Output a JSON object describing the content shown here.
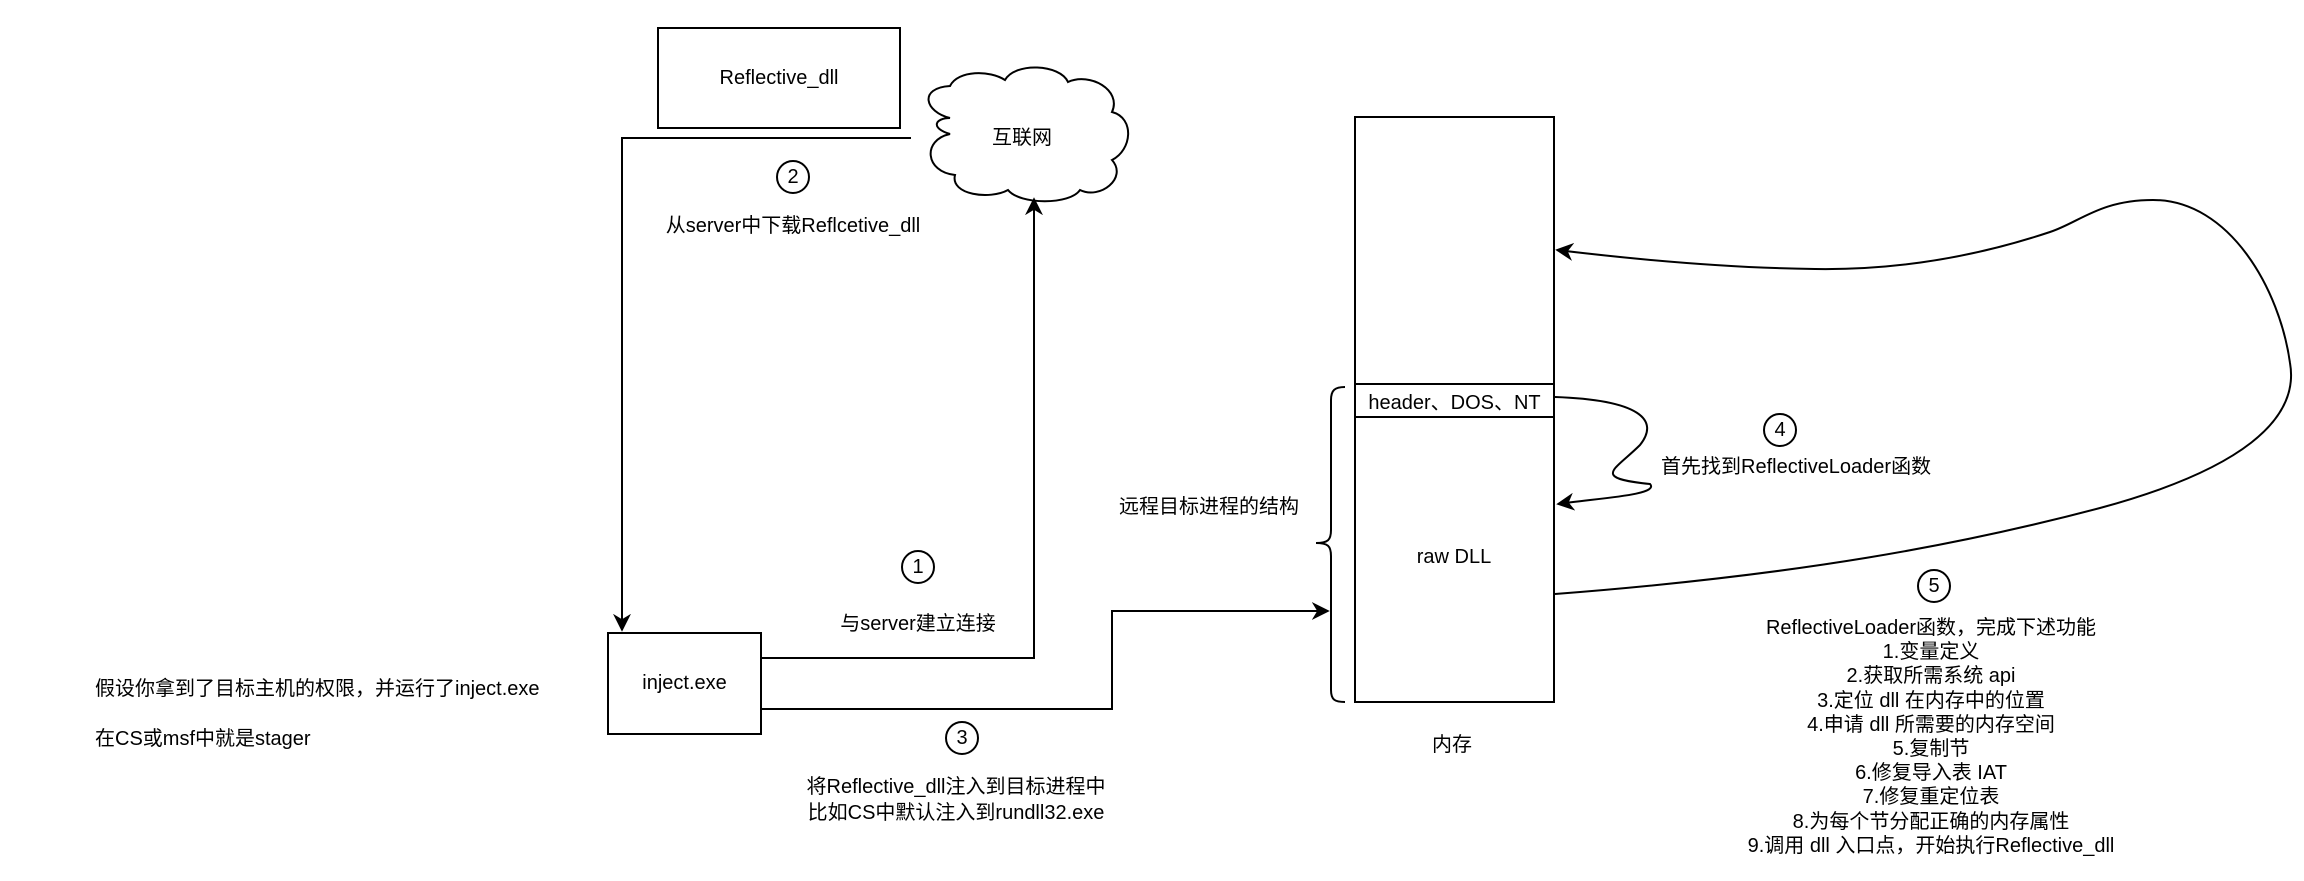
{
  "nodes": {
    "reflective_dll": "Reflective_dll",
    "internet": "互联网",
    "inject_exe": "inject.exe",
    "memory_header": "header、DOS、NT",
    "memory_raw_dll": "raw DLL",
    "memory_label": "内存"
  },
  "steps": {
    "s1": {
      "number": "1",
      "label": "与server建立连接"
    },
    "s2": {
      "number": "2",
      "label": "从server中下载Reflcetive_dll"
    },
    "s3": {
      "number": "3",
      "lines": [
        "将Reflective_dll注入到目标进程中",
        "比如CS中默认注入到rundll32.exe"
      ]
    },
    "s4": {
      "number": "4",
      "label": "首先找到ReflectiveLoader函数"
    },
    "s5": {
      "number": "5",
      "title": "ReflectiveLoader函数，完成下述功能",
      "items": [
        "1.变量定义",
        "2.获取所需系统 api",
        "3.定位 dll 在内存中的位置",
        "4.申请 dll 所需要的内存空间",
        "5.复制节",
        "6.修复导入表 IAT",
        "7.修复重定位表",
        "8.为每个节分配正确的内存属性",
        "9.调用 dll 入口点，开始执行Reflective_dll"
      ]
    }
  },
  "annotations": {
    "process_structure": "远程目标进程的结构",
    "assumption_line1": "假设你拿到了目标主机的权限，并运行了inject.exe",
    "assumption_line2": "在CS或msf中就是stager"
  }
}
